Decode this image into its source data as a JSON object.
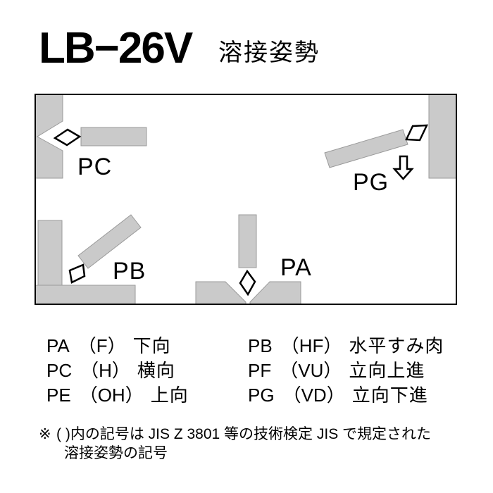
{
  "header": {
    "title": "LB−26V",
    "subtitle": "溶接姿勢"
  },
  "diagram": {
    "labels": {
      "pc": "PC",
      "pg": "PG",
      "pb": "PB",
      "pa": "PA"
    }
  },
  "legend": {
    "left": [
      {
        "code": "PA",
        "jis": "（F）",
        "name": "下向"
      },
      {
        "code": "PC",
        "jis": "（H）",
        "name": "横向"
      },
      {
        "code": "PE",
        "jis": "（OH）",
        "name": "上向"
      }
    ],
    "right": [
      {
        "code": "PB",
        "jis": "（HF）",
        "name": "水平すみ肉"
      },
      {
        "code": "PF",
        "jis": "（VU）",
        "name": "立向上進"
      },
      {
        "code": "PG",
        "jis": "（VD）",
        "name": "立向下進"
      }
    ]
  },
  "footnote": {
    "marker": "※",
    "line1": "( )内の記号は JIS Z 3801 等の技術検定 JIS で規定された",
    "line2": "溶接姿勢の記号"
  },
  "colors": {
    "plate_fill": "#cacaca",
    "plate_border": "#9a9a9a",
    "outline": "#000000",
    "background": "#ffffff"
  }
}
